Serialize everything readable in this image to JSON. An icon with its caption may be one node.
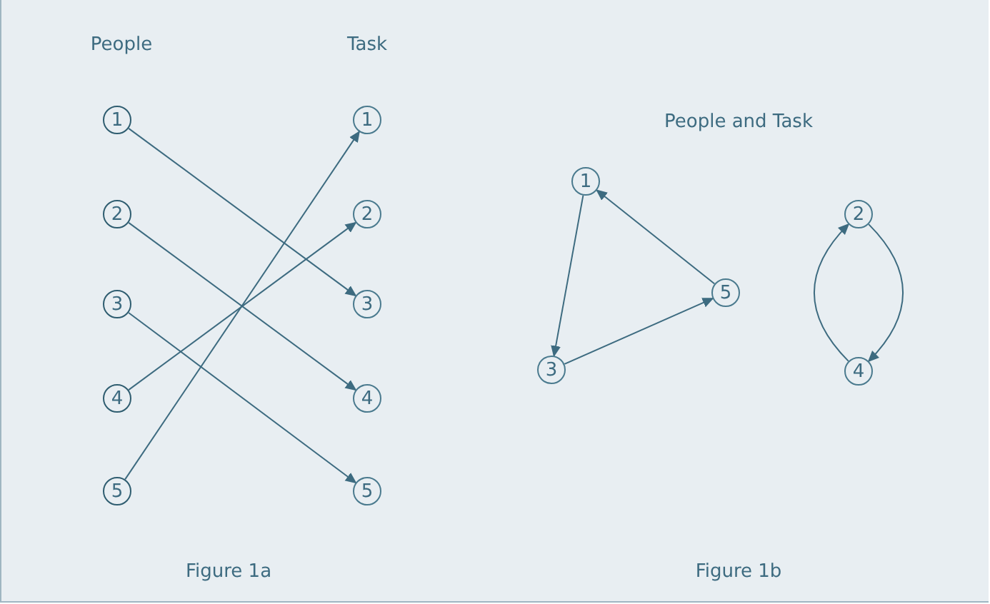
{
  "diagram": {
    "nodes": [
      {
        "text": [
          "1"
        ]
      },
      {
        "text": [
          "2"
        ]
      },
      {
        "text": [
          "3"
        ]
      },
      {
        "text": [
          "4"
        ]
      },
      {
        "text": [
          "5"
        ]
      },
      {
        "text": [
          "1"
        ]
      },
      {
        "text": [
          "2"
        ]
      },
      {
        "text": [
          "3"
        ]
      },
      {
        "text": [
          "4"
        ]
      },
      {
        "text": [
          "5"
        ]
      },
      {
        "text": [
          "1"
        ]
      },
      {
        "text": [
          "2"
        ]
      },
      {
        "text": [
          "5"
        ]
      },
      {
        "text": [
          "3"
        ]
      },
      {
        "text": [
          "4"
        ]
      }
    ],
    "edges": [
      {
        "from": 0,
        "to": 7,
        "arrow": "to"
      },
      {
        "from": 1,
        "to": 8,
        "arrow": "to"
      },
      {
        "from": 2,
        "to": 9,
        "arrow": "to"
      },
      {
        "from": 3,
        "to": 6,
        "arrow": "to"
      },
      {
        "from": 4,
        "to": 5,
        "arrow": "to"
      },
      {
        "from": 10,
        "to": 13,
        "arrow": "to"
      },
      {
        "from": 13,
        "to": 12,
        "arrow": "to"
      },
      {
        "from": 12,
        "to": 10,
        "arrow": "to"
      },
      {
        "from": 14,
        "to": 11,
        "arrow": "to"
      },
      {
        "from": 11,
        "to": 14,
        "arrow": "to"
      }
    ],
    "labels": [
      "People",
      "Task",
      "People and Task",
      "Figure 1a",
      "Figure 1b"
    ]
  }
}
